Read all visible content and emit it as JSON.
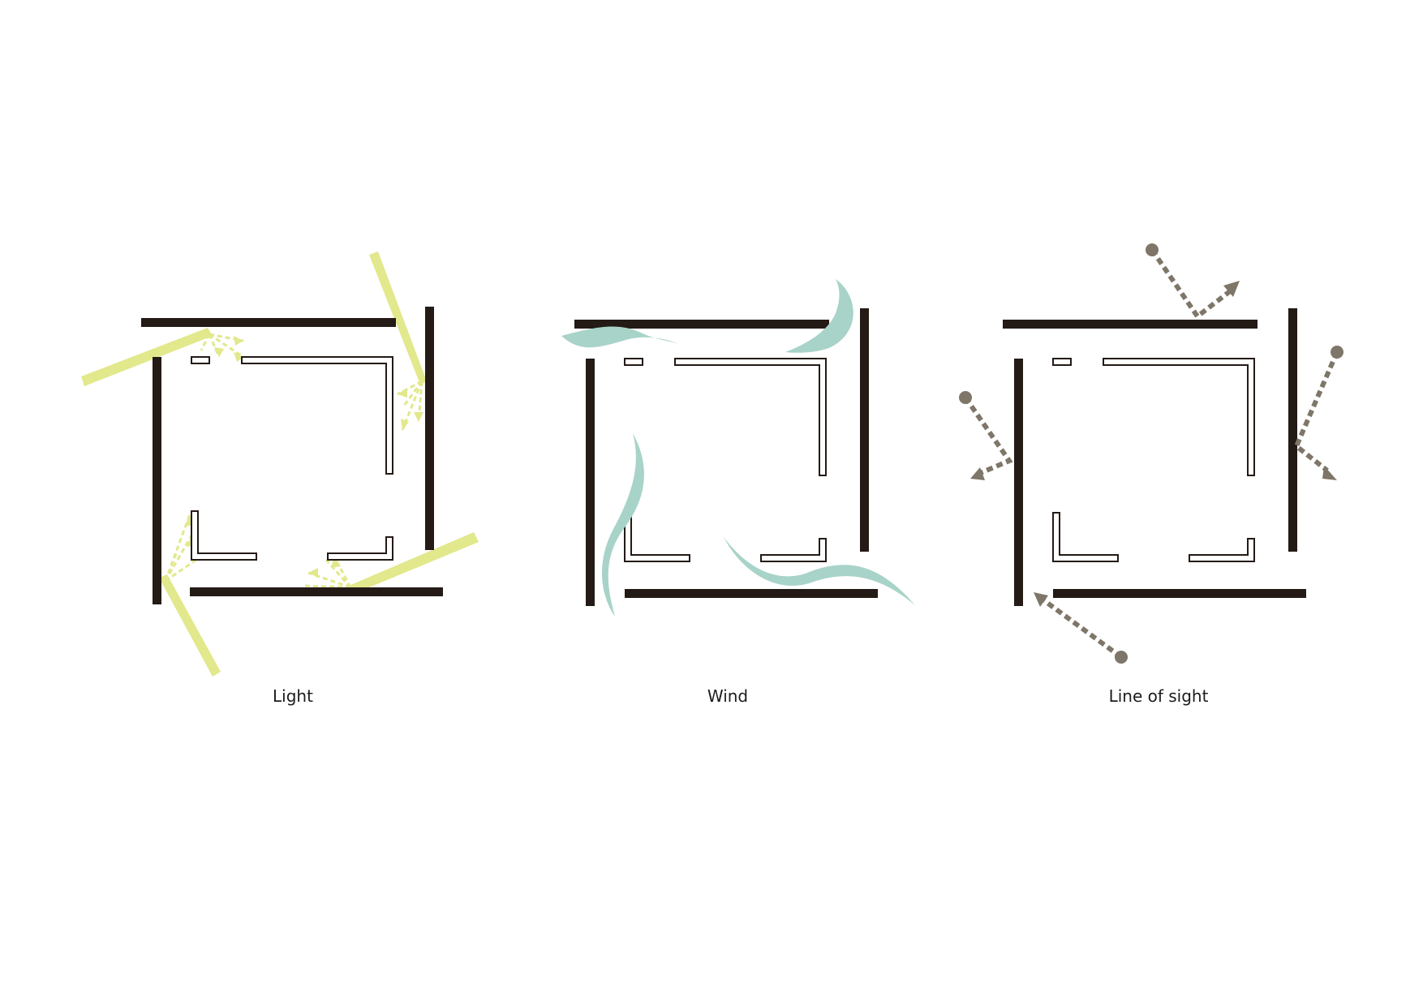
{
  "panels": [
    {
      "key": "light",
      "label": "Light"
    },
    {
      "key": "wind",
      "label": "Wind"
    },
    {
      "key": "sight",
      "label": "Line of sight"
    }
  ],
  "colors": {
    "wall": "#241a16",
    "inner_wall_stroke": "#241a16",
    "light": "#e2e88c",
    "wind": "#a8d3c8",
    "sight": "#7e7668",
    "background": "#ffffff"
  }
}
